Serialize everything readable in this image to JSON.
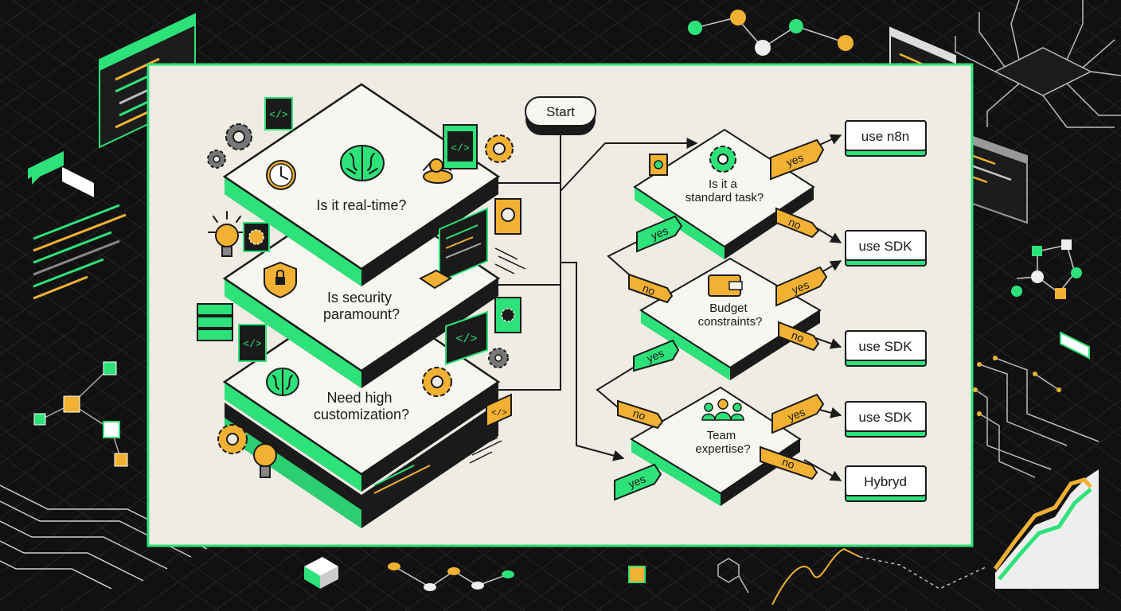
{
  "diagram": {
    "start_label": "Start",
    "layers": [
      {
        "id": "realtime",
        "question": "Is it real-time?"
      },
      {
        "id": "security",
        "question": [
          "Is security",
          "paramount?"
        ]
      },
      {
        "id": "customization",
        "question": [
          "Need high",
          "customization?"
        ]
      }
    ],
    "decisions": [
      {
        "id": "standard-task",
        "question": [
          "Is it a",
          "standard task?"
        ]
      },
      {
        "id": "budget",
        "question": [
          "Budget",
          "constraints?"
        ]
      },
      {
        "id": "team",
        "question": [
          "Team",
          "expertise?"
        ]
      }
    ],
    "branch_tags": {
      "yes": "yes",
      "no": "no"
    },
    "outcomes": [
      "use n8n",
      "use SDK",
      "use SDK",
      "use SDK",
      "Hybryd"
    ],
    "colors": {
      "background": "#111111",
      "panel": "#efece4",
      "accent_green": "#2ee27a",
      "accent_orange": "#f2b132",
      "ink": "#1a1a1a"
    }
  }
}
